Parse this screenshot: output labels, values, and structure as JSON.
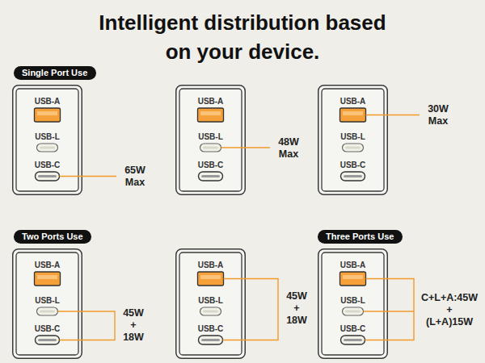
{
  "diagram": {
    "title": "Intelligent distribution based on your device.",
    "nodes": [
      {
        "text": [
          "Single Port Use"
        ]
      },
      {
        "text": [
          "USB-A",
          "USB-L",
          "USB-C"
        ]
      },
      {
        "text": [
          "USB-A",
          "USB-L",
          "USB-C"
        ]
      },
      {
        "text": [
          "USB-A",
          "USB-L",
          "USB-C"
        ]
      },
      {
        "text": [
          "Two Ports Use"
        ]
      },
      {
        "text": [
          "Three Ports Use"
        ]
      },
      {
        "text": [
          "USB-A",
          "USB-L",
          "USB-C"
        ]
      },
      {
        "text": [
          "USB-A",
          "USB-L",
          "USB-C"
        ]
      },
      {
        "text": [
          "USB-A",
          "USB-L",
          "USB-C"
        ]
      }
    ],
    "labels": [
      "65W Max",
      "48W Max",
      "30W Max",
      "45W + 18W",
      "45W + 18W",
      "C+L+A:45W + (L+A)15W"
    ]
  }
}
